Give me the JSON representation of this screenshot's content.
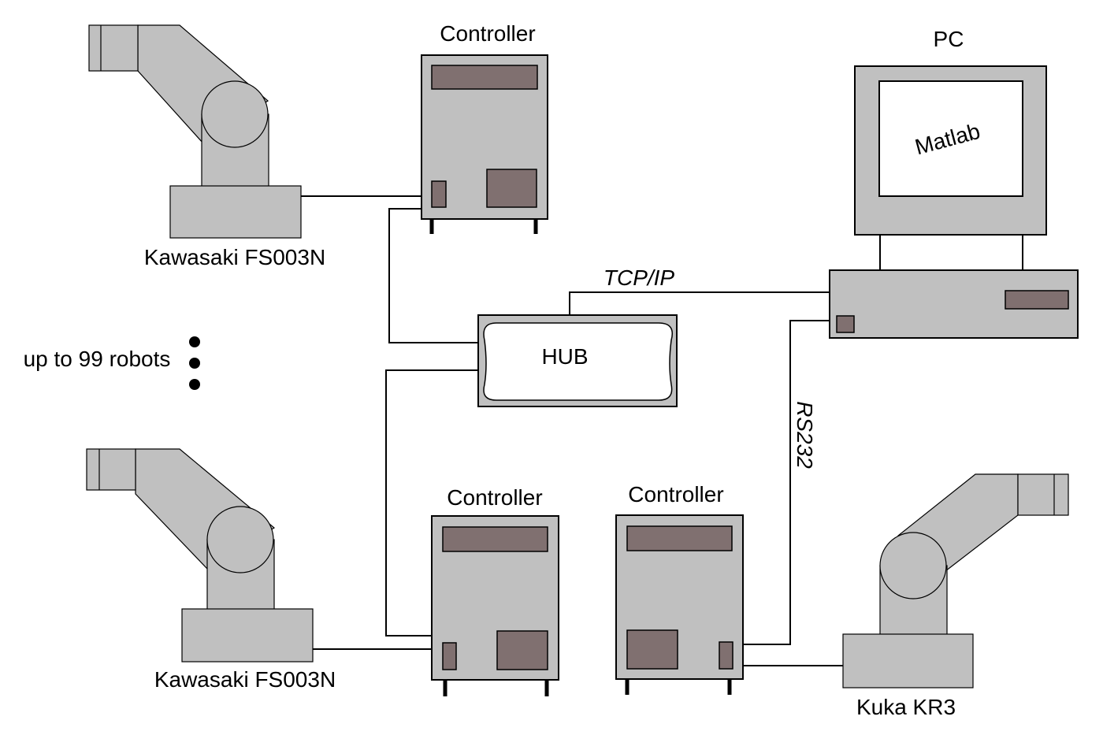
{
  "diagram": {
    "labels": {
      "controller_top": "Controller",
      "controller_bottom_left": "Controller",
      "controller_bottom_right": "Controller",
      "pc": "PC",
      "matlab": "Matlab",
      "hub": "HUB",
      "tcpip": "TCP/IP",
      "rs232": "RS232",
      "robot_top": "Kawasaki FS003N",
      "robot_bottom": "Kawasaki FS003N",
      "robot_kuka": "Kuka KR3",
      "robot_count": "up to 99 robots"
    }
  }
}
